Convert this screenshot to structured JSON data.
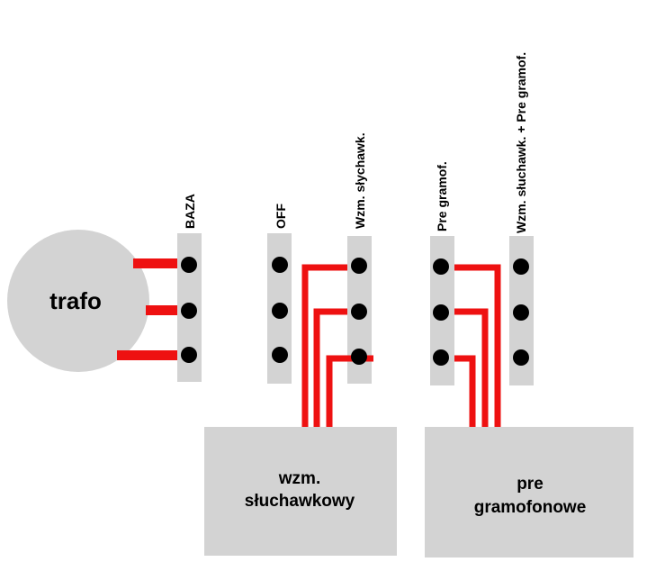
{
  "colors": {
    "panel": "#d3d3d3",
    "wire": "#ee1111",
    "pin": "#000000",
    "text": "#000000"
  },
  "trafo": {
    "label": "trafo"
  },
  "switches": [
    {
      "label": "BAZA"
    },
    {
      "label": "OFF"
    },
    {
      "label": "Wzm. słychawk."
    },
    {
      "label": "Pre gramof."
    },
    {
      "label": "Wzm. słuchawk. + Pre gramof."
    }
  ],
  "modules": [
    {
      "line1": "wzm.",
      "line2": "słuchawkowy"
    },
    {
      "line1": "pre",
      "line2": "gramofonowe"
    }
  ]
}
